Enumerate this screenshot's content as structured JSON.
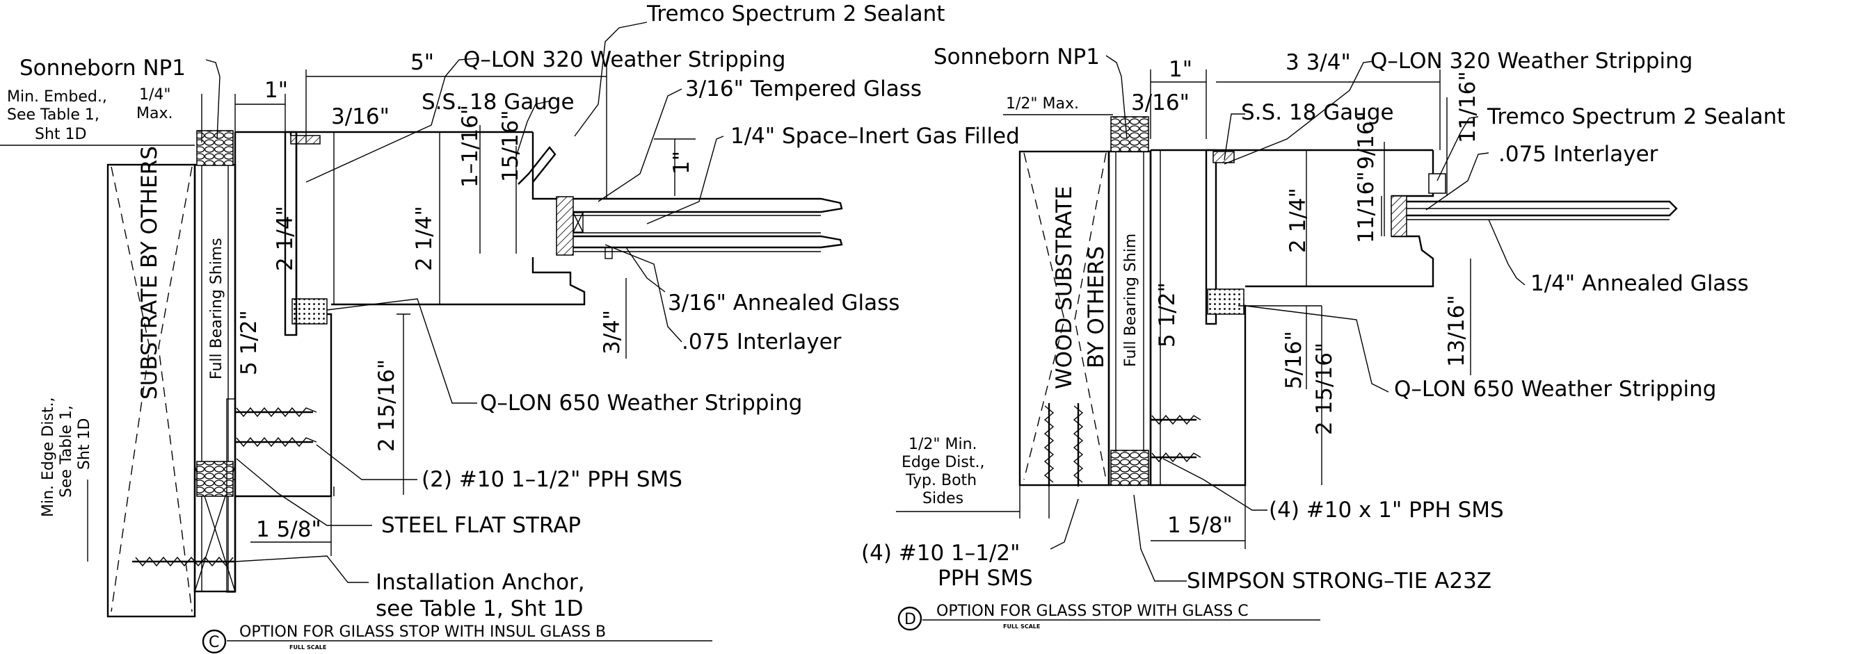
{
  "detail_c": {
    "marker": "C",
    "title": "OPTION FOR GILASS STOP WITH INSUL GLASS B",
    "scale": "FULL SCALE",
    "labels": {
      "sealant": "Tremco Spectrum 2 Sealant",
      "sonneborn": "Sonneborn NP1",
      "qlon320": "Q–LON 320 Weather Stripping",
      "tempered": "3/16\" Tempered Glass",
      "ss18": "S.S. 18 Gauge",
      "space": "1/4\" Space–Inert Gas Filled",
      "annealed": "3/16\" Annealed Glass",
      "interlayer": ".075 Interlayer",
      "qlon650": "Q–LON 650 Weather Stripping",
      "sms": "(2) #10 1–1/2\" PPH SMS",
      "strap": "STEEL FLAT STRAP",
      "anchor1": "Installation Anchor,",
      "anchor2": "see Table 1, Sht 1D",
      "min_embed_1": "Min. Embed.,",
      "min_embed_2": "See Table 1,",
      "min_embed_3": "Sht 1D",
      "edge_dist_1": "Min. Edge Dist.,",
      "edge_dist_2": "See Table 1,",
      "edge_dist_3": "Sht 1D",
      "substrate": "SUBSTRATE BY OTHERS",
      "shims": "Full Bearing Shims"
    },
    "dims": {
      "quarter_max_1": "1/4\"",
      "quarter_max_2": "Max.",
      "one": "1\"",
      "five": "5\"",
      "three16": "3/16\"",
      "one_1_16": "1–1/16\"",
      "fifteen16": "15/16\"",
      "one_v": "1\"",
      "two_quarter_a": "2 1/4\"",
      "two_quarter_b": "2 1/4\"",
      "five_half": "5 1/2\"",
      "three_quarter": "3/4\"",
      "two_15_16": "2 15/16\"",
      "one_5_8": "1 5/8\""
    }
  },
  "detail_d": {
    "marker": "D",
    "title": "OPTION FOR GLASS STOP WITH GLASS C",
    "scale": "FULL SCALE",
    "labels": {
      "sonneborn": "Sonneborn NP1",
      "qlon320": "Q–LON 320 Weather Stripping",
      "ss18": "S.S. 18 Gauge",
      "sealant": "Tremco Spectrum 2 Sealant",
      "interlayer": ".075 Interlayer",
      "annealed": "1/4\" Annealed Glass",
      "qlon650": "Q–LON 650 Weather Stripping",
      "sms1": "(4) #10 x 1\" PPH SMS",
      "sms2_1": "(4) #10 1–1/2\"",
      "sms2_2": "PPH SMS",
      "simpson": "SIMPSON STRONG–TIE A23Z",
      "edge_1": "1/2\" Min.",
      "edge_2": "Edge Dist.,",
      "edge_3": "Typ. Both",
      "edge_4": "Sides",
      "wood": "WOOD SUBSTRATE",
      "byothers": "BY OTHERS",
      "shim": "Full Bearing Shim"
    },
    "dims": {
      "half_max": "1/2\" Max.",
      "one": "1\"",
      "three_3_4": "3 3/4\"",
      "three16": "3/16\"",
      "eleven16_a": "11/16\"",
      "nine16": "9/16\"",
      "eleven16_b": "11/16\"",
      "two_quarter": "2 1/4\"",
      "five_half": "5 1/2\"",
      "thirteen16": "13/16\"",
      "five16": "5/16\"",
      "two_15_16": "2 15/16\"",
      "one_5_8": "1 5/8\""
    }
  }
}
